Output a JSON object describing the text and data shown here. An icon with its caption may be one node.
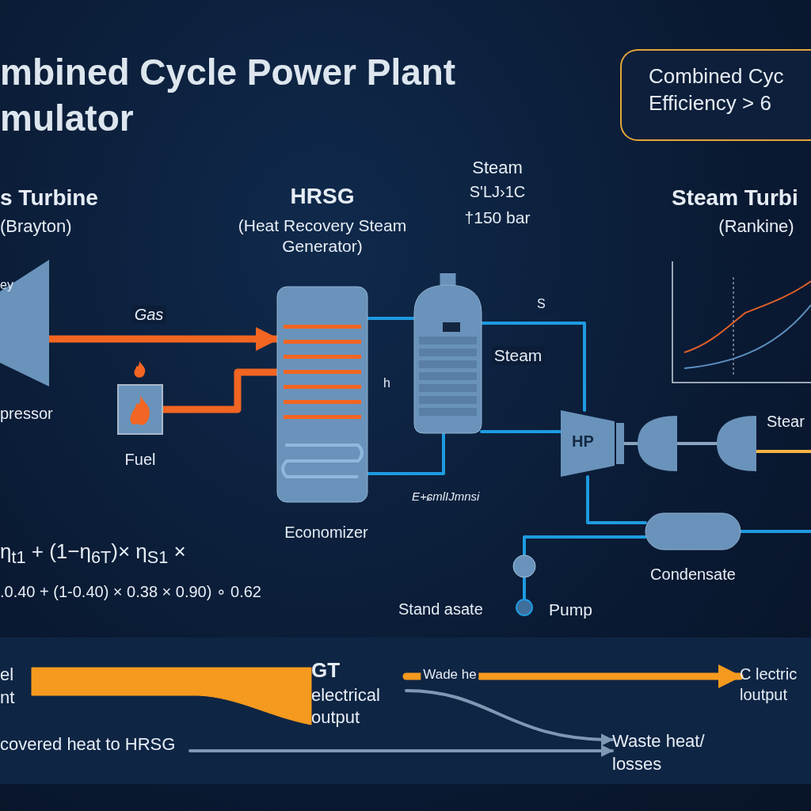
{
  "diagram": {
    "title": "mbined Cycle Power Plant mulator",
    "nodes": [
      {
        "text": [],
        "shape": "picture",
        "beside": [
          "ey",
          "pressor"
        ]
      },
      {
        "text": [],
        "shape": "box",
        "beside": [
          "Fuel"
        ]
      },
      {
        "text": [],
        "shape": "box",
        "beside": [
          "HRSG",
          "(Heat Recovery Steam Generator)",
          "Economizer"
        ]
      },
      {
        "text": [],
        "shape": "cylinder",
        "beside": [
          "Steam",
          "S'LJ›1C",
          "†150 bar"
        ]
      },
      {
        "text": [
          "HP"
        ]
      },
      {
        "text": [],
        "shape": "picture"
      },
      {
        "text": [],
        "shape": "picture",
        "beside": [
          "Stear"
        ]
      },
      {
        "text": [],
        "shape": "cylinder",
        "beside": [
          "Condensate"
        ]
      },
      {
        "text": [],
        "shape": "circle"
      },
      {
        "text": [],
        "shape": "circle",
        "beside": [
          "Pump"
        ]
      },
      {
        "text": [
          "Combined Cyc Efficiency > 6"
        ]
      },
      {
        "text": [
          "el nt"
        ]
      },
      {
        "text": [
          "GT",
          "electrical output"
        ]
      },
      {
        "text": [
          "C lectric loutput"
        ]
      },
      {
        "text": [
          "covered heat to HRSG"
        ]
      },
      {
        "text": [
          "Waste heat/ losses"
        ]
      }
    ],
    "edges": [
      {
        "from": 0,
        "to": 2,
        "arrow": "to",
        "label": "Gas",
        "style": "thick",
        "color": "#f26522"
      },
      {
        "from": 1,
        "to": 2,
        "arrow": "none",
        "style": "thick",
        "color": "#f26522"
      },
      {
        "from": 2,
        "to": 3,
        "arrow": "none"
      },
      {
        "from": 3,
        "to": 2,
        "arrow": "none"
      },
      {
        "from": 3,
        "to": 4,
        "arrow": "none",
        "label": "Steam"
      },
      {
        "from": 3,
        "to": 4,
        "arrow": "none"
      },
      {
        "from": 4,
        "to": 5,
        "arrow": "none",
        "color": "#8aa4bf"
      },
      {
        "from": 5,
        "to": 6,
        "arrow": "none",
        "color": "#8aa4bf"
      },
      {
        "from": 6,
        "to": null,
        "arrow": "none",
        "color": "#f5b342"
      },
      {
        "from": 4,
        "to": 7,
        "arrow": "none"
      },
      {
        "from": 7,
        "to": 8,
        "arrow": "none"
      },
      {
        "from": 8,
        "to": 9,
        "arrow": "none"
      },
      {
        "from": 7,
        "to": null,
        "arrow": "none"
      },
      {
        "from": 11,
        "to": 12,
        "arrow": "none",
        "style": "thick",
        "color": "#f59a1e"
      },
      {
        "from": 12,
        "to": 13,
        "arrow": "to",
        "label": "Wade he",
        "style": "thick",
        "color": "#f59a1e"
      },
      {
        "from": 12,
        "to": 15,
        "arrow": "to",
        "color": "#7f98b3"
      },
      {
        "from": 14,
        "to": 15,
        "arrow": "to",
        "color": "#7f98b3"
      }
    ],
    "labels": [
      "s Turbine",
      "(Brayton)",
      "Steam Turbi",
      "(Rankine)",
      "S",
      "h",
      "E+ɕmlIJmnsi",
      "η$_{t1}$ + (1−η$_{6T}$)× η$_{S1}$ ×",
      ".0.40 + (1-0.40) × 0.38 × 0.90) ∘ 0.62",
      "Stand asate"
    ]
  }
}
